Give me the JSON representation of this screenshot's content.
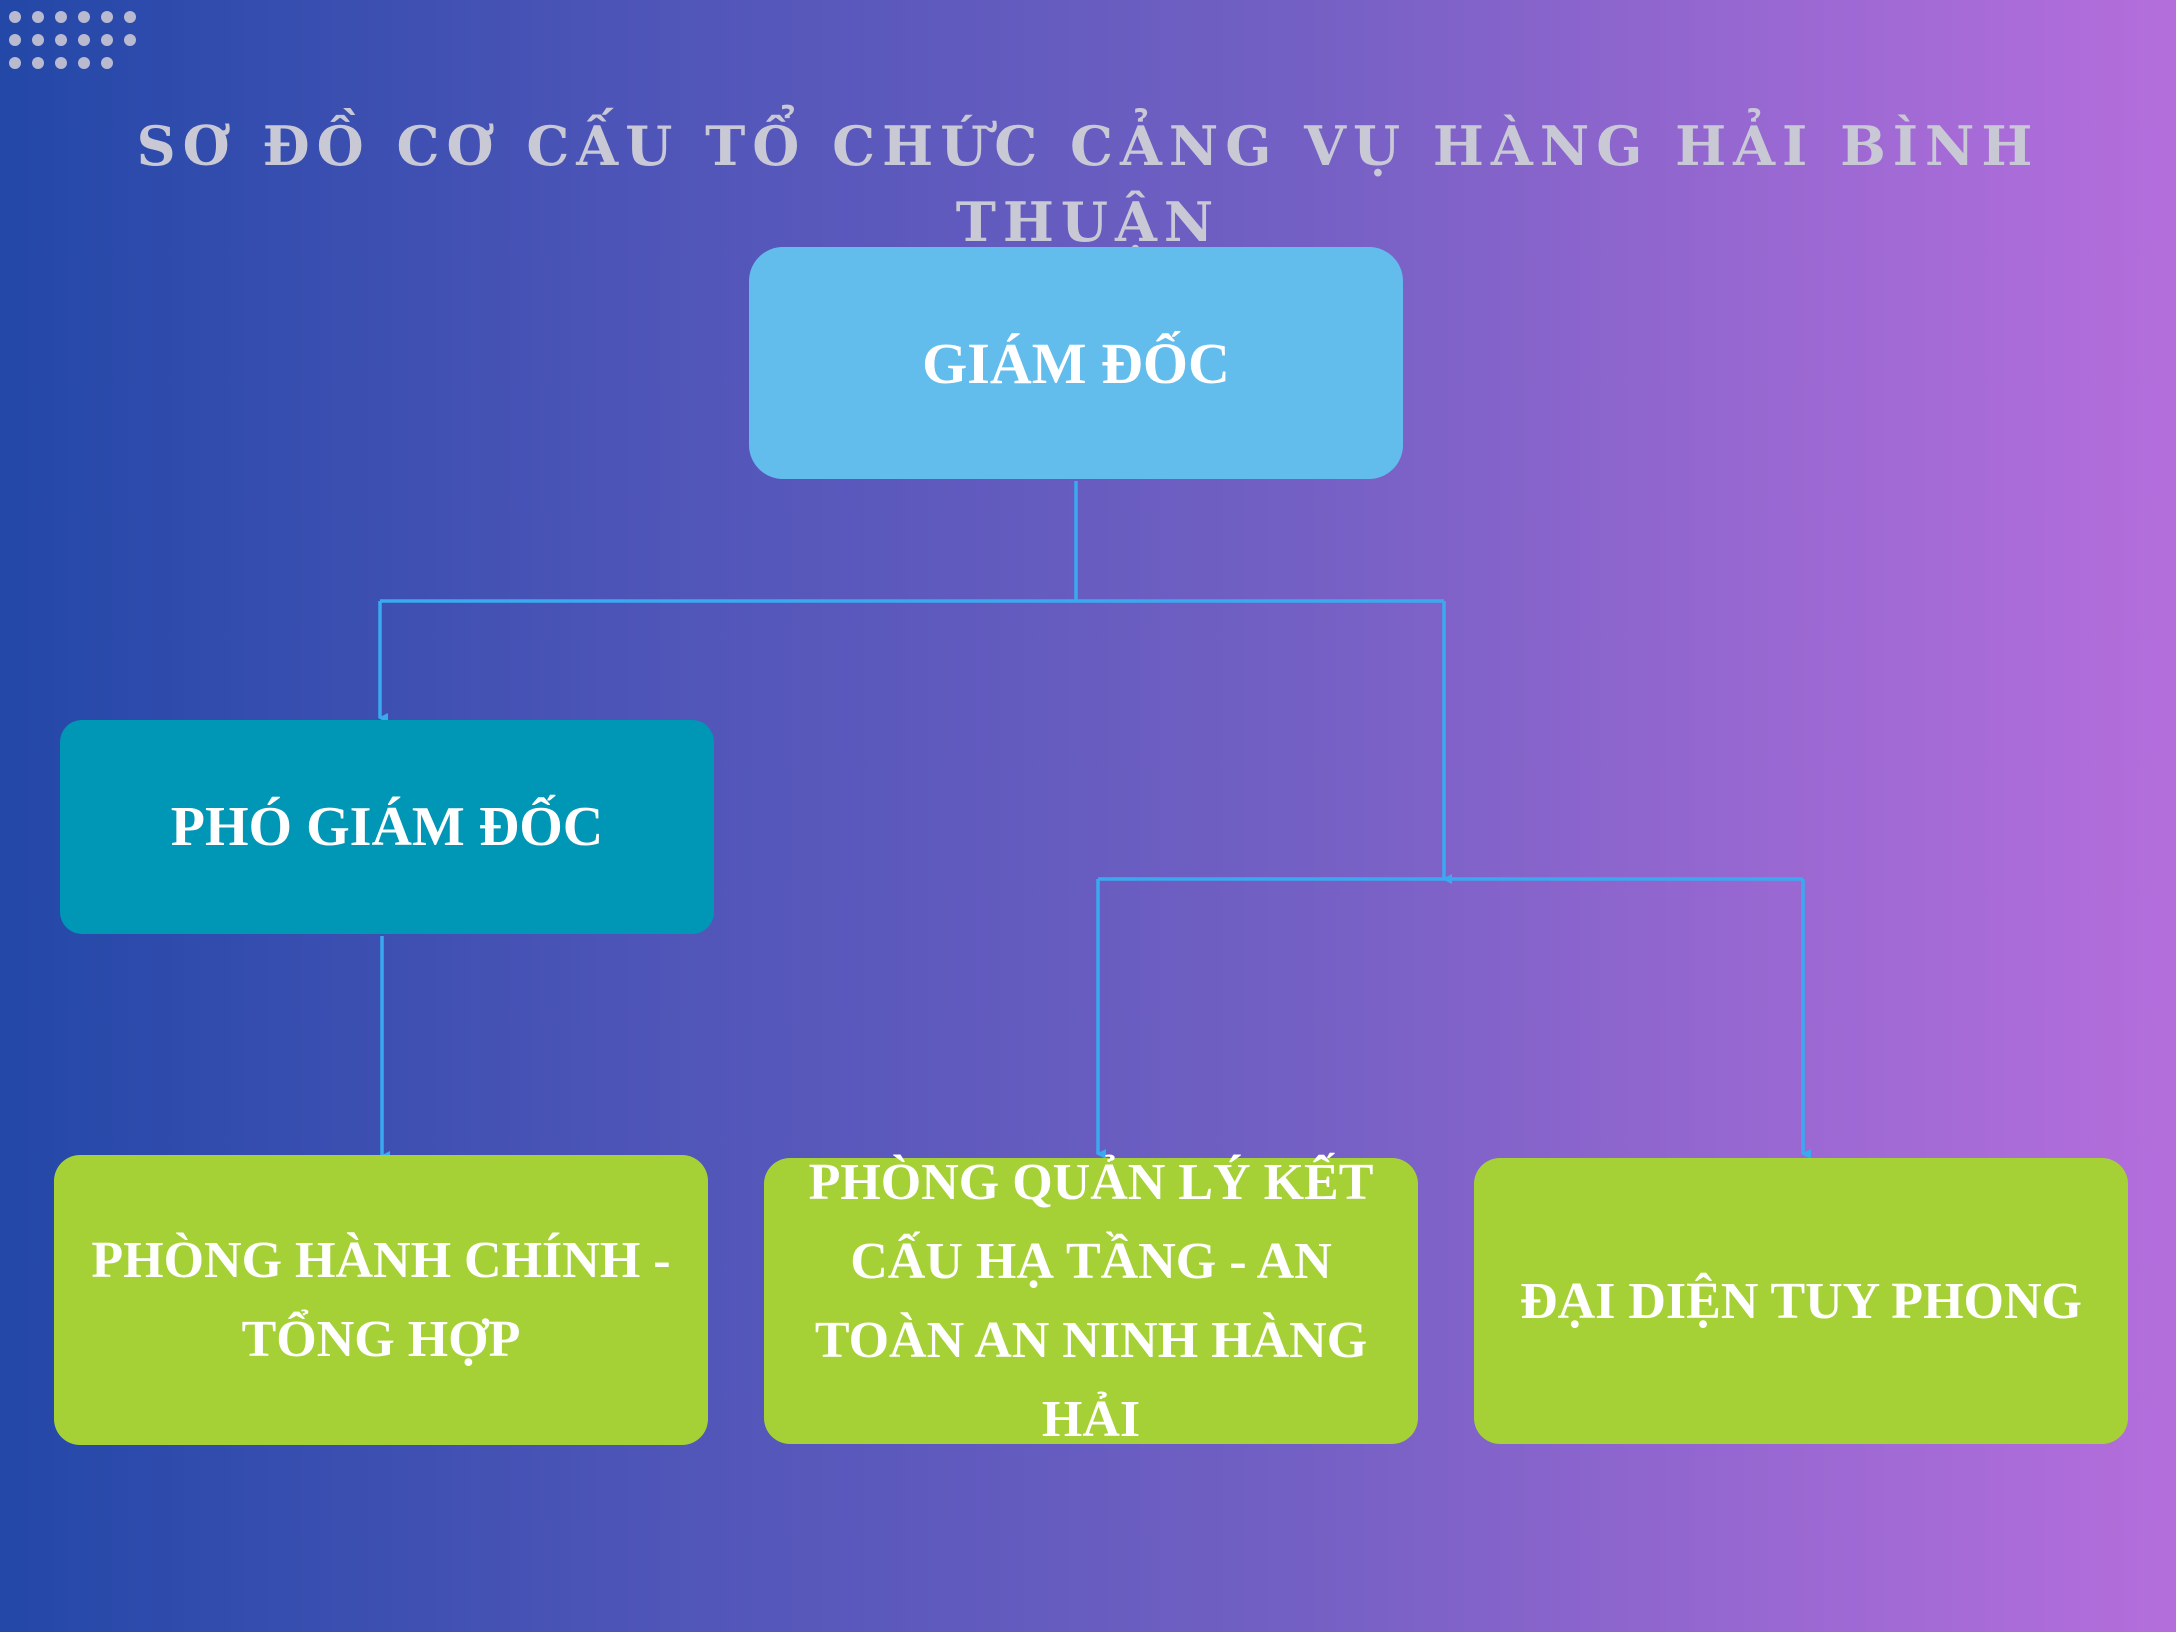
{
  "diagram": {
    "title": "SƠ ĐỒ CƠ CẤU TỔ CHỨC CẢNG VỤ HÀNG HẢI BÌNH THUẬN",
    "nodes": {
      "director": "GIÁM ĐỐC",
      "deputy": "PHÓ GIÁM ĐỐC",
      "admin": "PHÒNG HÀNH CHÍNH - TỔNG HỢP",
      "infrastructure": "PHÒNG QUẢN LÝ KẾT CẤU HẠ TẦNG - AN TOÀN AN NINH HÀNG HẢI",
      "tuy_phong": "ĐẠI DIỆN TUY PHONG"
    },
    "edges": [
      {
        "from": "director",
        "to": "deputy"
      },
      {
        "from": "director",
        "to": "infrastructure"
      },
      {
        "from": "director",
        "to": "tuy_phong"
      },
      {
        "from": "deputy",
        "to": "admin"
      }
    ],
    "colors": {
      "connector": "#3aa9f0",
      "director_box": "#63bdec",
      "deputy_box": "#0097b6",
      "department_box": "#a6d136",
      "title_text": "#c9c9d6",
      "box_text": "#ffffff"
    }
  }
}
